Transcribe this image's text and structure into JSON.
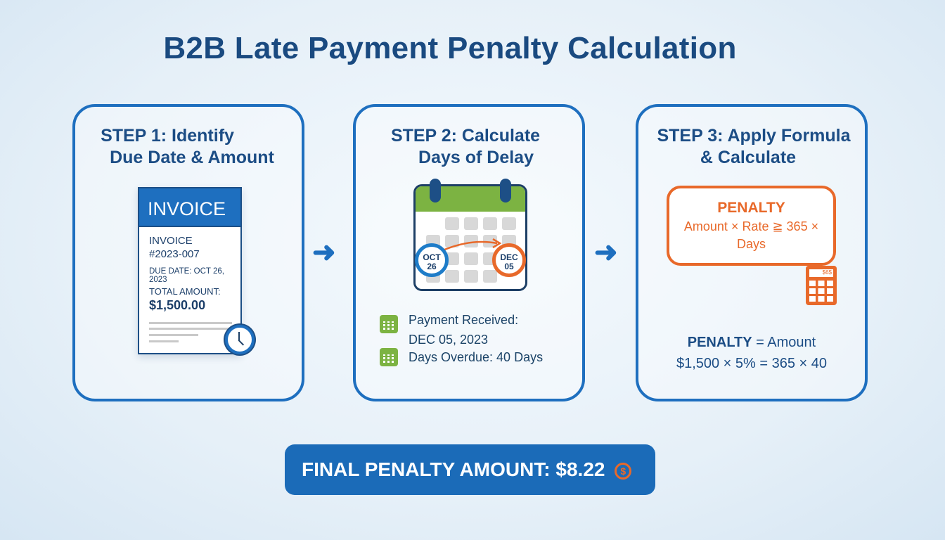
{
  "title": "B2B Late Payment Penalty Calculation",
  "steps": [
    {
      "title_l1": "STEP 1: Identify",
      "title_l2": "Due Date & Amount"
    },
    {
      "title_l1": "STEP 2: Calculate",
      "title_l2": "Days of Delay"
    },
    {
      "title_l1": "STEP 3: Apply Formula",
      "title_l2": "& Calculate"
    }
  ],
  "invoice": {
    "header": "INVOICE",
    "label": "INVOICE",
    "number": "#2023-007",
    "due_date": "DUE DATE: OCT 26, 2023",
    "total_label": "TOTAL AMOUNT:",
    "total": "$1,500.00"
  },
  "calendar": {
    "start_month": "OCT",
    "start_day": "26",
    "end_month": "DEC",
    "end_day": "05"
  },
  "delay": {
    "payment_received_l1": "Payment Received:",
    "payment_received_l2": "DEC 05, 2023",
    "days_overdue": "Days Overdue: 40 Days"
  },
  "formula": {
    "label": "PENALTY",
    "line1": "Amount × Rate ≧ 365 ×",
    "line2": "Days",
    "calculator_display": "$6$",
    "result_label": "PENALTY",
    "result_l1_rest": " = Amount",
    "result_l2": "$1,500 × 5% = 365 × 40"
  },
  "final": {
    "label": "FINAL PENALTY AMOUNT: $8.22"
  },
  "colors": {
    "primary": "#1e6fbf",
    "dark": "#1a4a80",
    "orange": "#e8692a",
    "green": "#7cb342"
  }
}
